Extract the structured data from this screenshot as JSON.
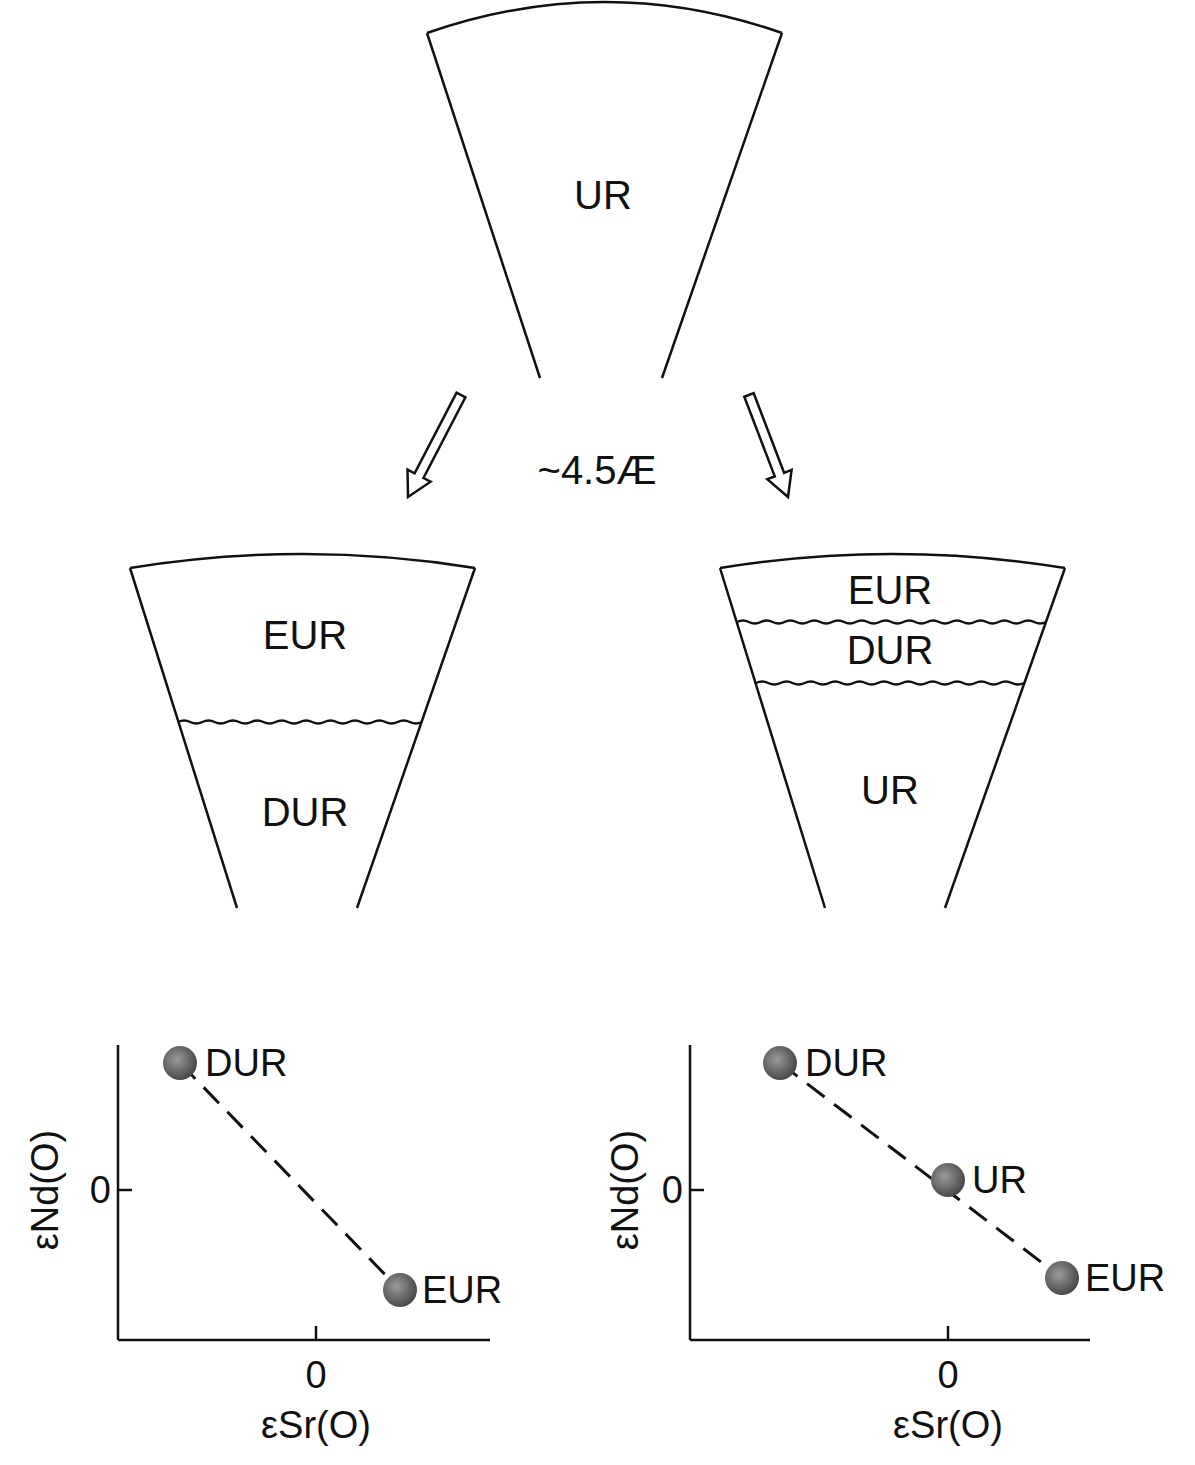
{
  "diagram": {
    "nodes": [
      {
        "text": [
          "UR"
        ]
      },
      {
        "text": [
          "EUR",
          "DUR"
        ]
      },
      {
        "text": [
          "EUR",
          "DUR",
          "UR"
        ]
      }
    ],
    "edges": [
      {
        "from": 0,
        "to": 1,
        "arrow": "to"
      },
      {
        "from": 0,
        "to": 2,
        "arrow": "to"
      }
    ],
    "labels": [
      "~4.5Æ",
      "DUR",
      "EUR",
      "0",
      "0",
      "εNd(O)",
      "εSr(O)",
      "DUR",
      "UR",
      "EUR",
      "0",
      "0",
      "εNd(O)",
      "εSr(O)"
    ]
  }
}
